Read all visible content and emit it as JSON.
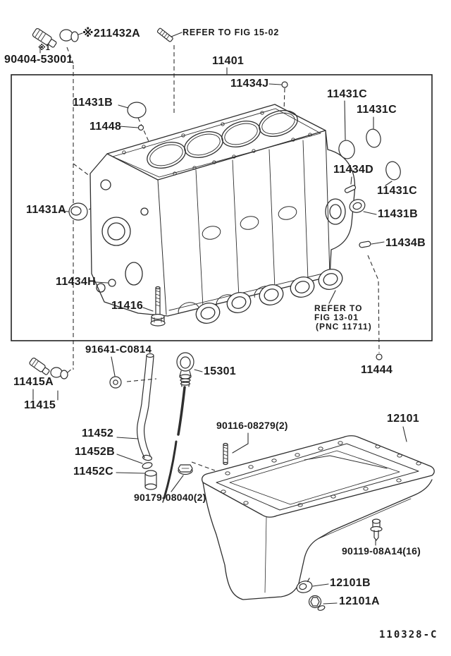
{
  "document": {
    "type": "engine parts diagram - cylinder block and oil pan",
    "figure_code": "110328-C",
    "main_part_number": "11401"
  },
  "labels": [
    {
      "id": "footnote-marker-1",
      "text": "※1"
    },
    {
      "id": "part-90404-53001",
      "text": "90404-53001"
    },
    {
      "id": "part-11432A",
      "text": "※211432A"
    },
    {
      "id": "refer-fig-15-02",
      "text": "REFER TO FIG 15-02"
    },
    {
      "id": "part-11401",
      "text": "11401"
    },
    {
      "id": "part-11434J",
      "text": "11434J"
    },
    {
      "id": "part-11431C-a",
      "text": "11431C"
    },
    {
      "id": "part-11431C-b",
      "text": "11431C"
    },
    {
      "id": "part-11431B-a",
      "text": "11431B"
    },
    {
      "id": "part-11448",
      "text": "11448"
    },
    {
      "id": "part-11434D",
      "text": "11434D"
    },
    {
      "id": "part-11431C-c",
      "text": "11431C"
    },
    {
      "id": "part-11431A",
      "text": "11431A"
    },
    {
      "id": "part-11431B-b",
      "text": "11431B"
    },
    {
      "id": "part-11434B",
      "text": "11434B"
    },
    {
      "id": "part-11434H",
      "text": "11434H"
    },
    {
      "id": "part-11416",
      "text": "11416"
    },
    {
      "id": "refer-fig-13-01-line1",
      "text": "REFER TO"
    },
    {
      "id": "refer-fig-13-01-line2",
      "text": "FIG 13-01"
    },
    {
      "id": "refer-fig-13-01-line3",
      "text": "(PNC 11711)"
    },
    {
      "id": "part-11444",
      "text": "11444"
    },
    {
      "id": "part-91641-C0814",
      "text": "91641-C0814"
    },
    {
      "id": "part-15301",
      "text": "15301"
    },
    {
      "id": "part-11415A",
      "text": "11415A"
    },
    {
      "id": "part-11415",
      "text": "11415"
    },
    {
      "id": "part-11452",
      "text": "11452"
    },
    {
      "id": "part-11452B",
      "text": "11452B"
    },
    {
      "id": "part-11452C",
      "text": "11452C"
    },
    {
      "id": "part-90179-08040",
      "text": "90179-08040(2)"
    },
    {
      "id": "part-90116-08279",
      "text": "90116-08279(2)"
    },
    {
      "id": "part-12101",
      "text": "12101"
    },
    {
      "id": "part-90119-08A14",
      "text": "90119-08A14(16)"
    },
    {
      "id": "part-12101B",
      "text": "12101B"
    },
    {
      "id": "part-12101A",
      "text": "12101A"
    },
    {
      "id": "figure-code",
      "text": "110328-C"
    }
  ]
}
